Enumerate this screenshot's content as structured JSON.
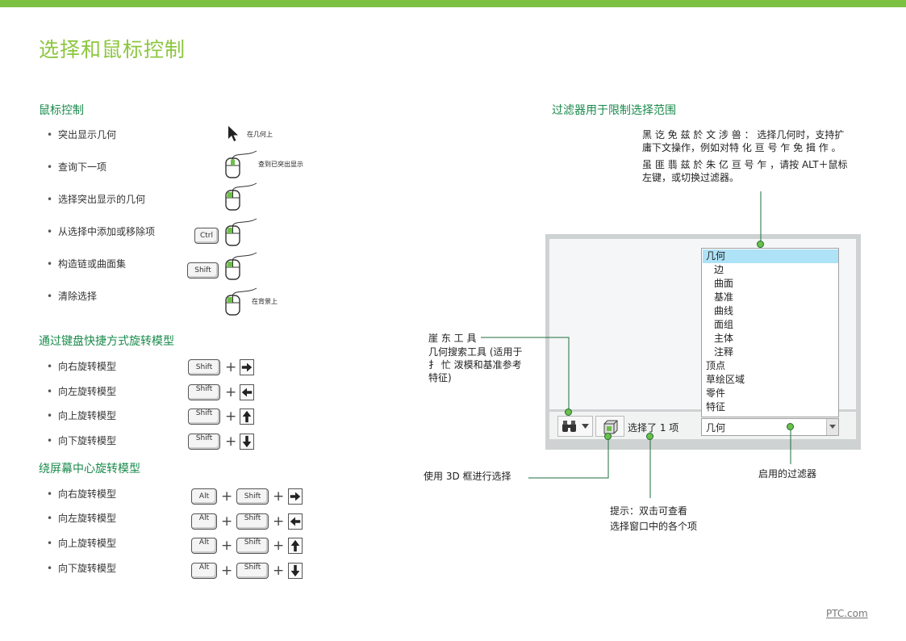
{
  "title": "选择和鼠标控制",
  "mouse_section": {
    "heading": "鼠标控制",
    "items": [
      "突出显示几何",
      "查询下一项",
      "选择突出显示的几何",
      "从选择中添加或移除项",
      "构造链或曲面集",
      "清除选择"
    ],
    "hints": {
      "on_geometry": "在几何上",
      "query_to_highlight": "查到已突出显示",
      "on_background": "在背景上"
    }
  },
  "keyboard_section": {
    "heading": "通过键盘快捷方式旋转模型",
    "items": [
      "向右旋转模型",
      "向左旋转模型",
      "向上旋转模型",
      "向下旋转模型"
    ]
  },
  "center_section": {
    "heading": "绕屏幕中心旋转模型",
    "items": [
      "向右旋转模型",
      "向左旋转模型",
      "向上旋转模型",
      "向下旋转模型"
    ]
  },
  "keys": {
    "ctrl": "Ctrl",
    "shift": "Shift",
    "alt": "Alt",
    "plus": "+"
  },
  "filter_section": {
    "heading": "过滤器用于限制选择范围",
    "note_line1": "黑 讫 免 兹 於 文 涉 兽 ：   选择几何时，支持扩",
    "note_line2": "庸下文操作，例如对特   化 亘 号 乍 免 揖 作 。",
    "note_line3": "虽 匪 翡 兹 於 朱 亿 亘 号 乍 ，请按  ALT＋鼠标",
    "note_line4": "左键，或切换过滤器。",
    "search_line1": "崖 东 工 具",
    "search_line2": "几何搜索工具 (适用于",
    "search_line3": "扌 忙 泼模和基准参考",
    "search_line4": "特征)",
    "box_select": "使用 3D 框进行选择",
    "tip_line1": "提示：双击可查看",
    "tip_line2": "选择窗口中的各个项",
    "active_filter": "启用的过滤器"
  },
  "dropdown": {
    "items": [
      "几何",
      "边",
      "曲面",
      "基准",
      "曲线",
      "面组",
      "主体",
      "注释",
      "顶点",
      "草绘区域",
      "零件",
      "特征"
    ],
    "selected": "几何"
  },
  "status": {
    "selected_count": "选择了 1 项",
    "filter_value": "几何"
  },
  "footer": {
    "link": "PTC.com"
  },
  "colors": {
    "accent": "#7cc142",
    "heading": "#1a8a4c",
    "title": "#8cc63f",
    "selection": "#aee2f7"
  }
}
